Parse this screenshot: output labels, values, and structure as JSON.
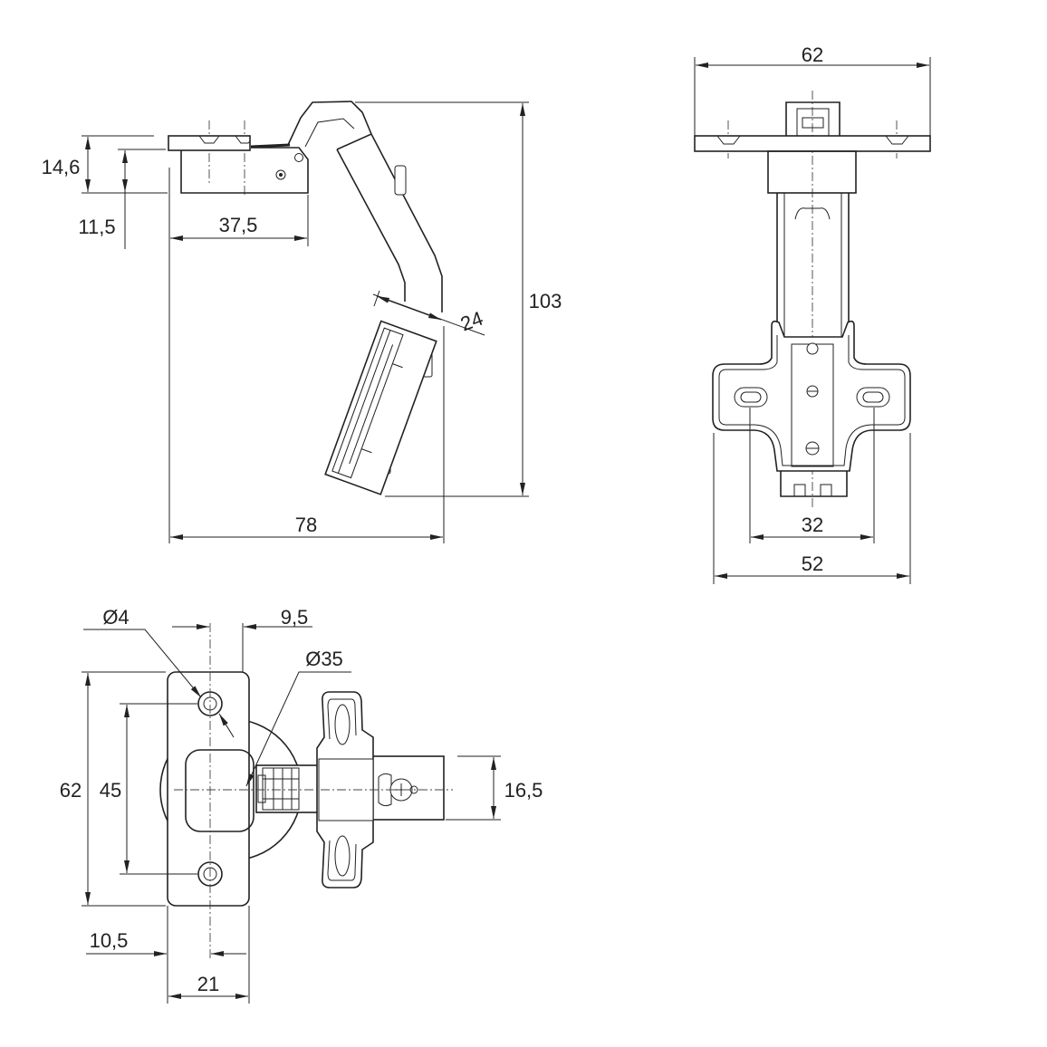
{
  "side_view": {
    "plate_height": "14,6",
    "cup_height": "11,5",
    "plate_width": "37,5",
    "total_height": "103",
    "arm_width": "24",
    "total_width": "78"
  },
  "front_view": {
    "plate_width": "62",
    "hole_spacing": "32",
    "base_width": "52"
  },
  "top_view": {
    "hole_diameter": "Ø4",
    "hole_offset": "9,5",
    "cup_diameter": "Ø35",
    "plate_length": "62",
    "hole_spacing": "45",
    "arm_width": "16,5",
    "edge_offset": "10,5",
    "plate_width": "21"
  }
}
